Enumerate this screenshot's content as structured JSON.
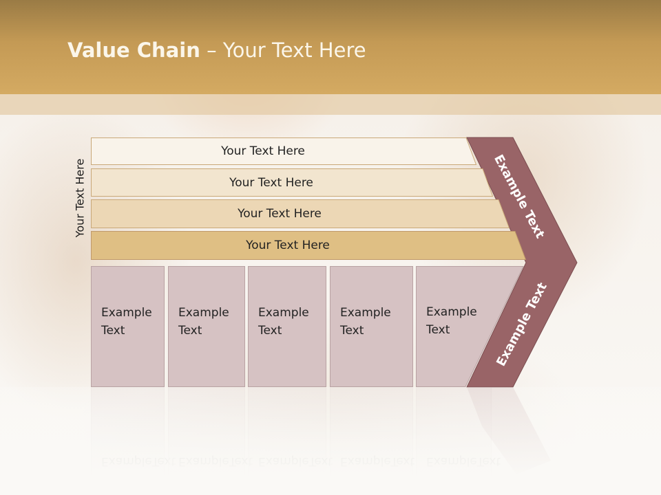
{
  "slide": {
    "title_bold": "Value Chain",
    "title_rest": " – Your Text Here"
  },
  "side_label": "Your Text Here",
  "bars": [
    {
      "label": "Your Text Here",
      "fill": "#f9f3ea"
    },
    {
      "label": "Your Text Here",
      "fill": "#f2e5cf"
    },
    {
      "label": "Your Text Here",
      "fill": "#ecd7b5"
    },
    {
      "label": "Your Text Here",
      "fill": "#dfbf84"
    }
  ],
  "boxes": [
    {
      "line1": "Example",
      "line2": "Text"
    },
    {
      "line1": "Example",
      "line2": "Text"
    },
    {
      "line1": "Example",
      "line2": "Text"
    },
    {
      "line1": "Example",
      "line2": "Text"
    },
    {
      "line1": "Example",
      "line2": "Text"
    }
  ],
  "chevron": {
    "upper_label": "Example Text",
    "lower_label": "Example Text",
    "fill": "#996467"
  },
  "colors": {
    "header": "#c49a55",
    "box_fill": "#d6c2c3",
    "box_border": "#b9a2a3"
  }
}
